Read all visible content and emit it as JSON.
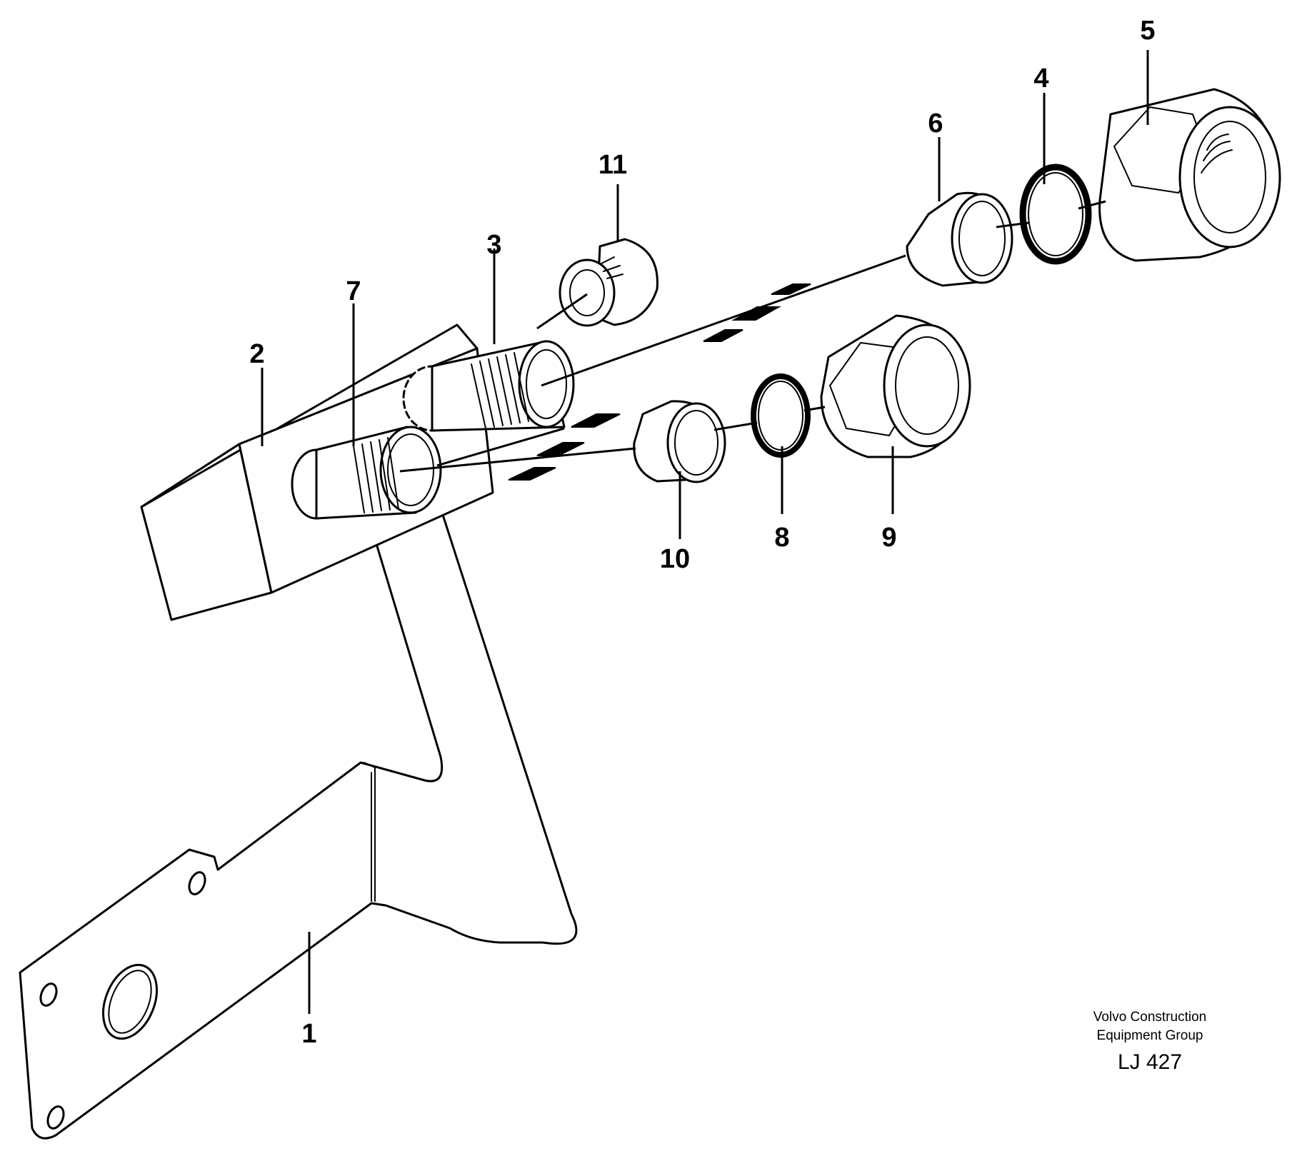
{
  "callouts": {
    "c1": "1",
    "c2": "2",
    "c3": "3",
    "c4": "4",
    "c5": "5",
    "c6": "6",
    "c7": "7",
    "c8": "8",
    "c9": "9",
    "c10": "10",
    "c11": "11"
  },
  "credit": {
    "line1": "Volvo Construction",
    "line2": "Equipment Group",
    "code": "LJ 427"
  }
}
